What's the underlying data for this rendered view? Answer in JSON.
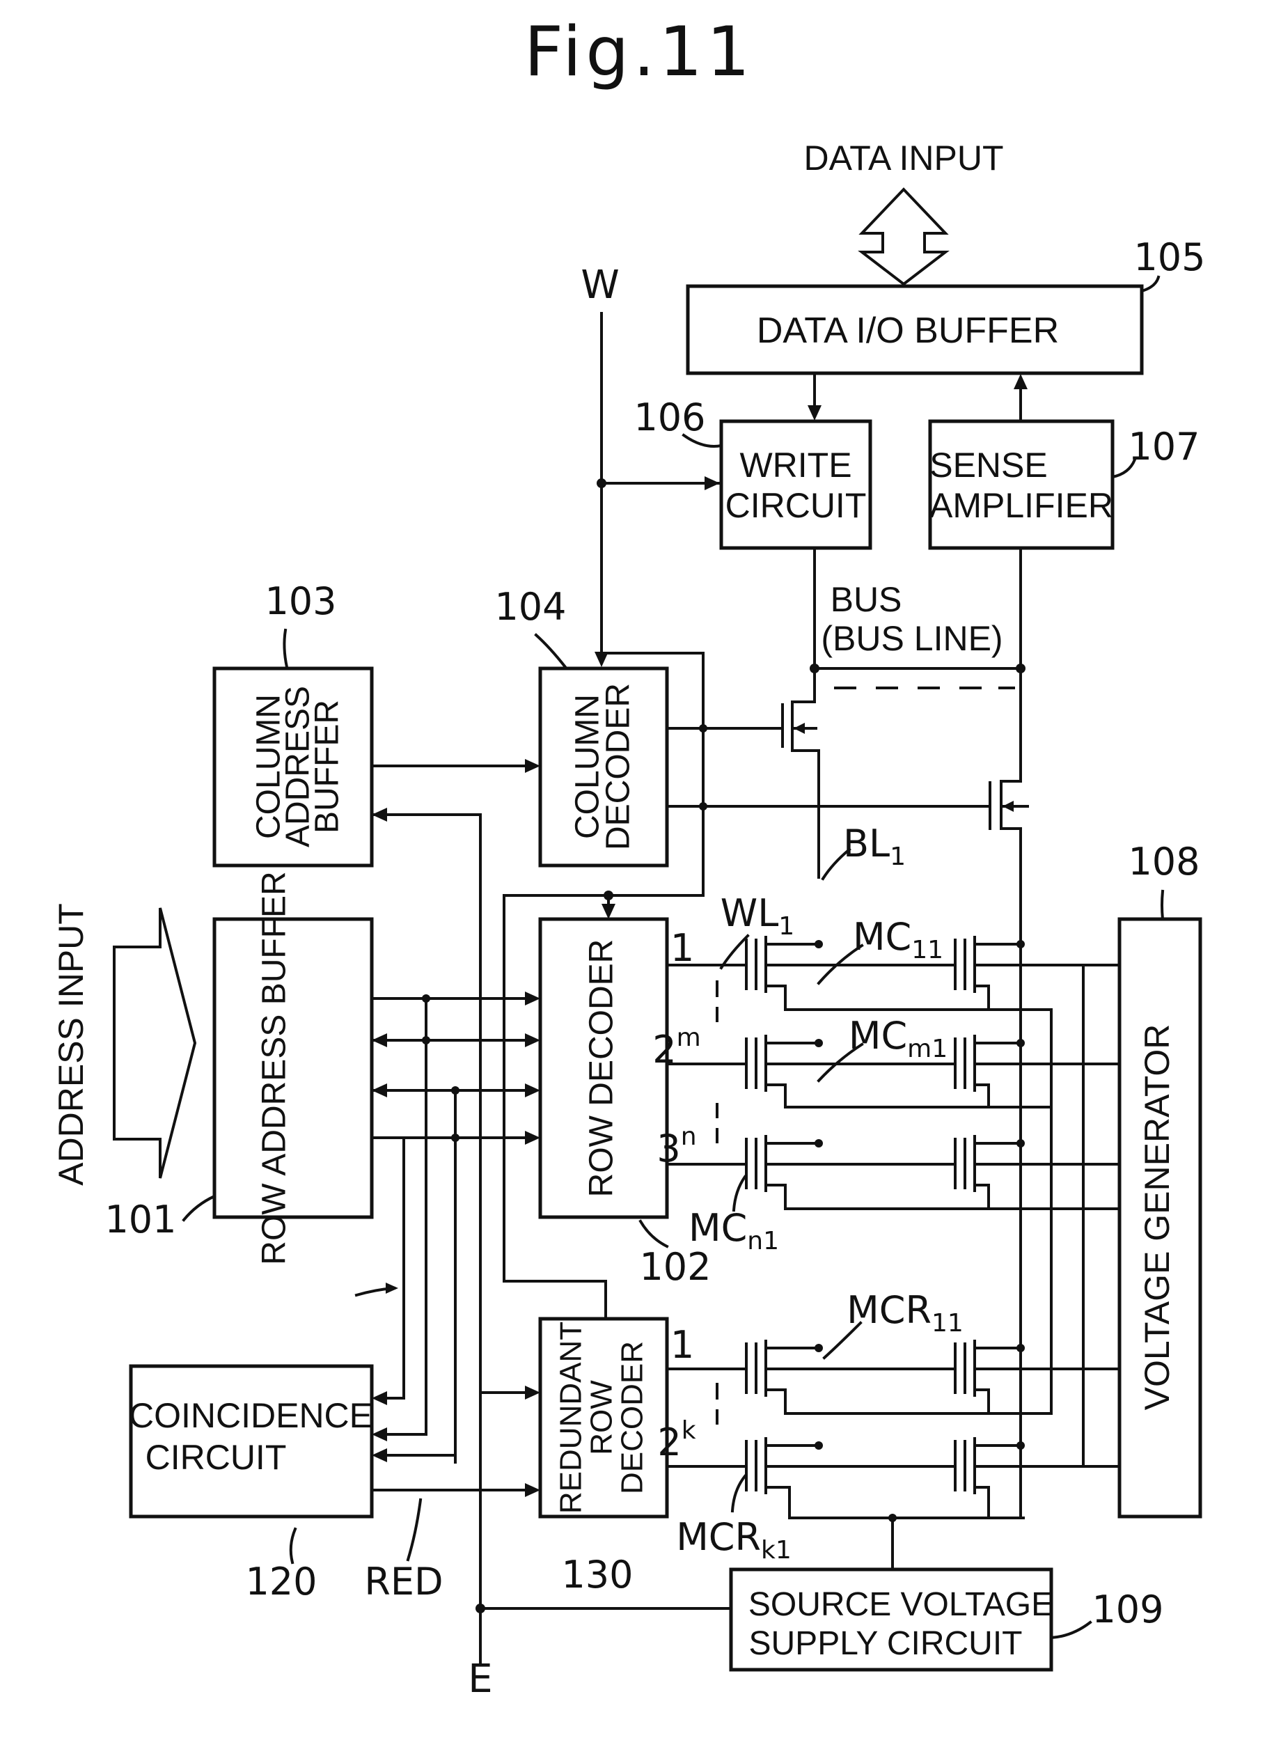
{
  "figure": {
    "title": "Fig.11",
    "blocks": {
      "row_address_buffer": "ROW ADDRESS BUFFER",
      "row_address_buffer_num": "101",
      "row_decoder": "ROW DECODER",
      "row_decoder_num": "102",
      "column_address_buffer_l1": "COLUMN",
      "column_address_buffer_l2": "ADDRESS",
      "column_address_buffer_l3": "BUFFER",
      "column_address_buffer_num": "103",
      "column_decoder_l1": "COLUMN",
      "column_decoder_l2": "DECODER",
      "column_decoder_num": "104",
      "data_io_buffer": "DATA I/O BUFFER",
      "data_io_buffer_num": "105",
      "write_circuit_l1": "WRITE",
      "write_circuit_l2": "CIRCUIT",
      "write_circuit_num": "106",
      "sense_amplifier_l1": "SENSE",
      "sense_amplifier_l2": "AMPLIFIER",
      "sense_amplifier_num": "107",
      "voltage_generator": "VOLTAGE GENERATOR",
      "voltage_generator_num": "108",
      "source_voltage_l1": "SOURCE VOLTAGE",
      "source_voltage_l2": "SUPPLY CIRCUIT",
      "source_voltage_num": "109",
      "coincidence_l1": "COINCIDENCE",
      "coincidence_l2": "CIRCUIT",
      "coincidence_num": "120",
      "redundant_l1": "REDUNDANT",
      "redundant_l2": "ROW",
      "redundant_l3": "DECODER",
      "redundant_num": "130"
    },
    "signals": {
      "data_input": "DATA INPUT",
      "address_input": "ADDRESS INPUT",
      "w": "W",
      "e": "E",
      "red": "RED",
      "bus_l1": "BUS",
      "bus_l2": "(BUS LINE)"
    },
    "rows": {
      "r1": "1",
      "r2": "2",
      "r2_sup": "m",
      "r3": "3",
      "r3_sup": "n",
      "rr1": "1",
      "rr2": "2",
      "rr2_sup": "k"
    },
    "cells": {
      "wl": "WL",
      "wl_sub": "1",
      "bl": "BL",
      "bl_sub": "1",
      "mc11": "MC",
      "mc11_sub": "11",
      "mcm1": "MC",
      "mcm1_sub": "m1",
      "mcn1": "MC",
      "mcn1_sub": "n1",
      "mcr11": "MCR",
      "mcr11_sub": "11",
      "mcrk1": "MCR",
      "mcrk1_sub": "k1"
    }
  }
}
